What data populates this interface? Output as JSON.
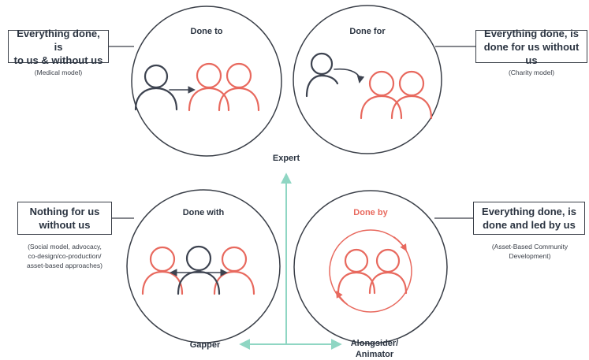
{
  "colors": {
    "line": "#3a3f48",
    "person_dark": "#3d4350",
    "person_red": "#e8695e",
    "axis": "#8fd6c3",
    "done_by_title": "#e8695e"
  },
  "quadrants": {
    "done_to": {
      "title": "Done to",
      "box_lines": [
        "Everything done, is",
        "to us & without us"
      ],
      "note_lines": [
        "(Medical model)"
      ]
    },
    "done_for": {
      "title": "Done for",
      "box_lines": [
        "Everything done, is",
        "done for us without us"
      ],
      "note_lines": [
        "(Charity model)"
      ]
    },
    "done_with": {
      "title": "Done with",
      "box_lines": [
        "Nothing for us",
        "without us"
      ],
      "note_lines": [
        "(Social model, advocacy,",
        "co-design/co-production/",
        "asset-based approaches)"
      ]
    },
    "done_by": {
      "title": "Done by",
      "box_lines": [
        "Everything done, is",
        "done and led by us"
      ],
      "note_lines": [
        "(Asset-Based Community",
        "Development)"
      ]
    }
  },
  "axis": {
    "top": "Expert",
    "left": "Gapper",
    "right_lines": [
      "Alongsider/",
      "Animator"
    ]
  }
}
